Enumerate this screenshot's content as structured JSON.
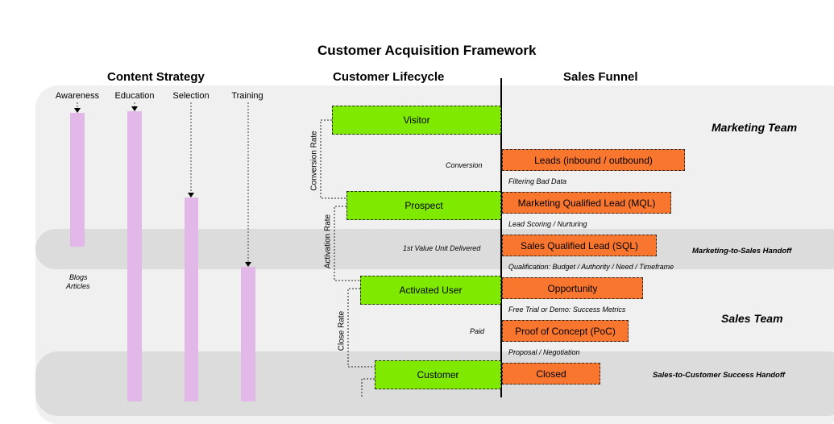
{
  "title": "Customer Acquisition Framework",
  "columns": {
    "content_strategy": "Content Strategy",
    "customer_lifecycle": "Customer Lifecycle",
    "sales_funnel": "Sales Funnel"
  },
  "content_stages": [
    "Awareness",
    "Education",
    "Selection",
    "Training"
  ],
  "content_note": {
    "line1": "Blogs",
    "line2": "Articles"
  },
  "lifecycle": [
    "Visitor",
    "Prospect",
    "Activated User",
    "Customer"
  ],
  "rates": [
    "Conversion Rate",
    "Activation Rate",
    "Close Rate"
  ],
  "lifecycle_notes": [
    "Conversion",
    "1st Value Unit Delivered",
    "Paid"
  ],
  "funnel": [
    "Leads (inbound / outbound)",
    "Marketing Qualified Lead (MQL)",
    "Sales Qualified Lead (SQL)",
    "Opportunity",
    "Proof of Concept (PoC)",
    "Closed"
  ],
  "funnel_notes": [
    "Filtering Bad Data",
    "Lead Scoring / Nurturing",
    "Qualification: Budget / Authority / Need / Timeframe",
    "Free Trial or Demo: Success Metrics",
    "Proposal / Negotiation"
  ],
  "teams": [
    "Marketing Team",
    "Sales Team"
  ],
  "handoffs": [
    "Marketing-to-Sales Handoff",
    "Sales-to-Customer Success Handoff"
  ],
  "colors": {
    "lifecycle_fill": "#7fea00",
    "funnel_fill": "#f9762f",
    "content_bar": "#e2b8e8",
    "band_light": "#f0f0f0",
    "band_dark": "#dcdcdc"
  }
}
